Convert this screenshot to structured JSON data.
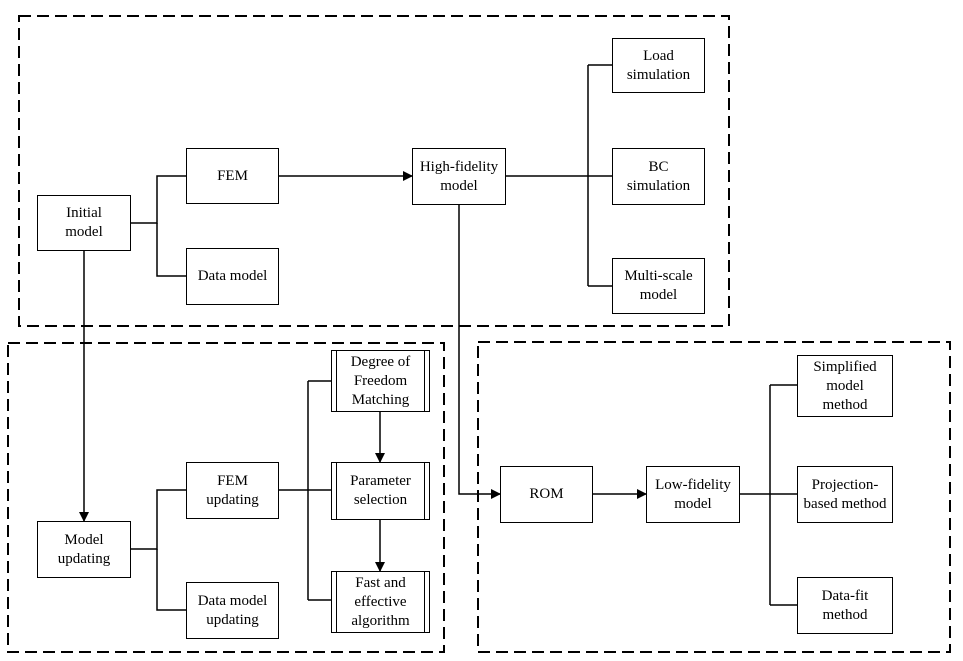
{
  "diagram": {
    "groups": [
      {
        "id": "model-construction-group"
      },
      {
        "id": "model-updating-group"
      },
      {
        "id": "model-reduction-group"
      }
    ],
    "nodes": {
      "initial_model": "Initial\nmodel",
      "fem": "FEM",
      "data_model": "Data model",
      "high_fidelity_model": "High-fidelity\nmodel",
      "load_simulation": "Load\nsimulation",
      "bc_simulation": "BC\nsimulation",
      "multi_scale_model": "Multi-scale\nmodel",
      "model_updating": "Model\nupdating",
      "fem_updating": "FEM\nupdating",
      "data_model_updating": "Data model\nupdating",
      "degree_of_freedom_matching": "Degree of\nFreedom\nMatching",
      "parameter_selection": "Parameter\nselection",
      "fast_and_effective_algorithm": "Fast and\neffective\nalgorithm",
      "rom": "ROM",
      "low_fidelity_model": "Low-fidelity\nmodel",
      "simplified_model_method": "Simplified\nmodel\nmethod",
      "projection_based_method": "Projection-\nbased method",
      "data_fit_method": "Data-fit\nmethod"
    },
    "edges": [
      {
        "from": "initial_model",
        "to": "fem",
        "style": "line"
      },
      {
        "from": "initial_model",
        "to": "data_model",
        "style": "line"
      },
      {
        "from": "fem",
        "to": "high_fidelity_model",
        "style": "arrow"
      },
      {
        "from": "high_fidelity_model",
        "to": "load_simulation",
        "style": "line"
      },
      {
        "from": "high_fidelity_model",
        "to": "bc_simulation",
        "style": "line"
      },
      {
        "from": "high_fidelity_model",
        "to": "multi_scale_model",
        "style": "line"
      },
      {
        "from": "initial_model",
        "to": "model_updating",
        "style": "arrow"
      },
      {
        "from": "model_updating",
        "to": "fem_updating",
        "style": "line"
      },
      {
        "from": "model_updating",
        "to": "data_model_updating",
        "style": "line"
      },
      {
        "from": "fem_updating",
        "to": "degree_of_freedom_matching",
        "style": "line"
      },
      {
        "from": "fem_updating",
        "to": "parameter_selection",
        "style": "line"
      },
      {
        "from": "fem_updating",
        "to": "fast_and_effective_algorithm",
        "style": "line"
      },
      {
        "from": "degree_of_freedom_matching",
        "to": "parameter_selection",
        "style": "arrow"
      },
      {
        "from": "parameter_selection",
        "to": "fast_and_effective_algorithm",
        "style": "arrow"
      },
      {
        "from": "high_fidelity_model",
        "to": "rom",
        "style": "arrow"
      },
      {
        "from": "rom",
        "to": "low_fidelity_model",
        "style": "arrow"
      },
      {
        "from": "low_fidelity_model",
        "to": "simplified_model_method",
        "style": "line"
      },
      {
        "from": "low_fidelity_model",
        "to": "projection_based_method",
        "style": "line"
      },
      {
        "from": "low_fidelity_model",
        "to": "data_fit_method",
        "style": "line"
      }
    ]
  }
}
